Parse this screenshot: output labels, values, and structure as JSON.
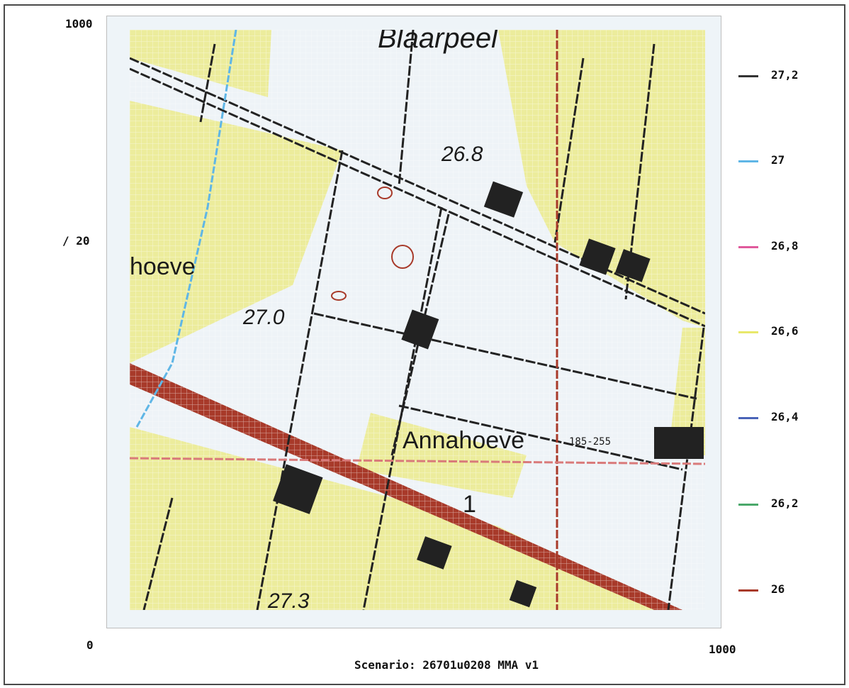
{
  "axes": {
    "y_top": "1000",
    "y_mid": "/ 20",
    "y_bottom": "0",
    "x_right": "1000"
  },
  "map": {
    "labels": {
      "top": "Blaarpeel",
      "hoeve": "hoeve",
      "l268": "26.8",
      "l270": "27.0",
      "l273": "27.3",
      "anna": "Annahoeve",
      "num": "185-255",
      "one": "1"
    },
    "colors": {
      "yellow": "#ecec9c",
      "white": "#eef3f7",
      "road": "#a83a2a",
      "dark": "#222222"
    }
  },
  "legend": [
    {
      "label": "27,2",
      "color": "#333333"
    },
    {
      "label": "27",
      "color": "#5fb6e6"
    },
    {
      "label": "26,8",
      "color": "#e05a9c"
    },
    {
      "label": "26,6",
      "color": "#e8e86a"
    },
    {
      "label": "26,4",
      "color": "#4a64b8"
    },
    {
      "label": "26,2",
      "color": "#4aa86a"
    },
    {
      "label": "26",
      "color": "#a83a2a"
    }
  ],
  "caption": "Scenario: 26701u0208 MMA v1"
}
